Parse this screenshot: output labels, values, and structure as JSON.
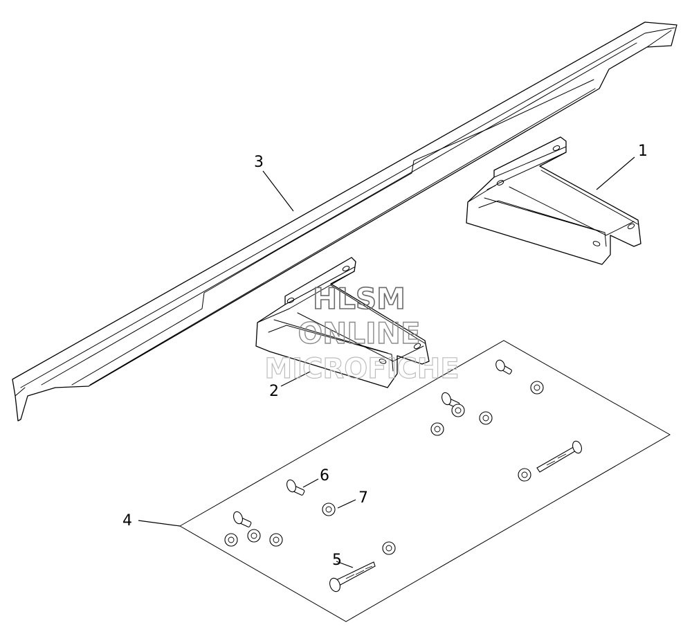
{
  "callouts": [
    {
      "id": "1",
      "label": "1"
    },
    {
      "id": "2",
      "label": "2"
    },
    {
      "id": "3",
      "label": "3"
    },
    {
      "id": "4",
      "label": "4"
    },
    {
      "id": "5",
      "label": "5"
    },
    {
      "id": "6",
      "label": "6"
    },
    {
      "id": "7",
      "label": "7"
    }
  ],
  "watermark": {
    "line1": "HLSM",
    "line2": "ONLINE",
    "line3": "MICROFICHE"
  }
}
